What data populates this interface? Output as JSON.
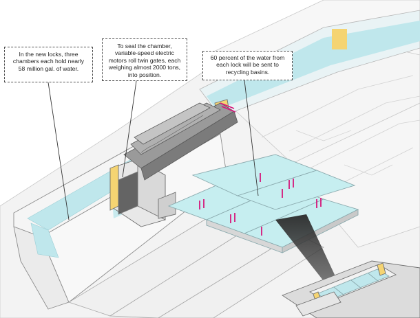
{
  "callouts": {
    "chambers": "In the new locks, three chambers each hold nearly 58 million gal. of water.",
    "gates": "To seal the chamber, variable-speed electric motors roll twin gates, each weighing almost 2000 tons, into position.",
    "recycling": "60 percent of the water from each lock will be sent to recycling basins."
  },
  "colors": {
    "water": "#bfe7ec",
    "basin_water": "#c6eef0",
    "gate": "#f5d472",
    "accent": "#d6157a",
    "structure_line": "#8c8c8c",
    "ground": "#f2f2f2",
    "ship": "#8e8e8e",
    "beam": "#3c3c3c"
  },
  "icons": {
    "ship": "container-ship-icon",
    "gate": "lock-gate-icon",
    "valve": "intake-valve-icon"
  }
}
